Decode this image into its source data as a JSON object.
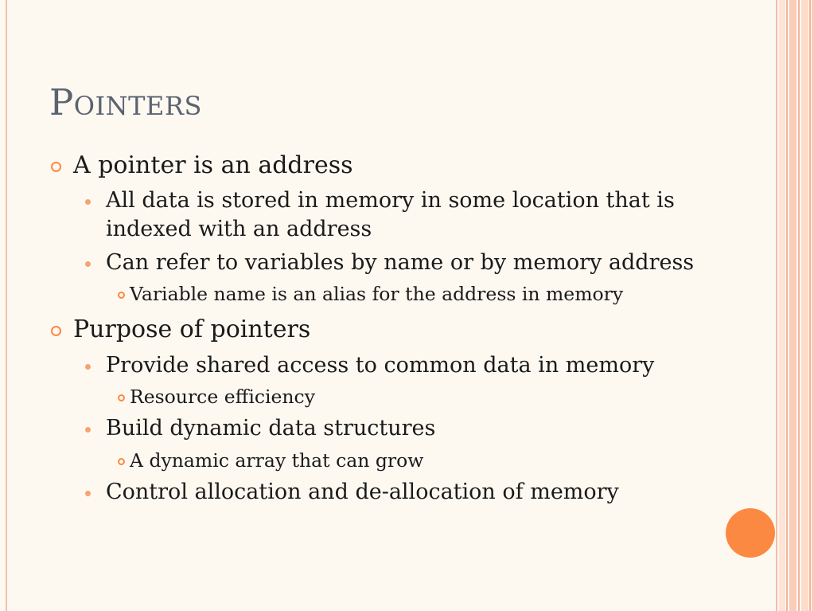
{
  "slide": {
    "title": "Pointers",
    "outline": [
      {
        "text": "A pointer is an address",
        "items": [
          {
            "text": "All data is stored in memory in some location that is indexed with an address"
          },
          {
            "text": "Can refer to variables by name or by memory address",
            "items": [
              {
                "text": "Variable name is an alias for the address in memory"
              }
            ]
          }
        ]
      },
      {
        "text": "Purpose of pointers",
        "items": [
          {
            "text": "Provide shared access to common data in memory",
            "items": [
              {
                "text": "Resource efficiency"
              }
            ]
          },
          {
            "text": "Build dynamic data structures",
            "items": [
              {
                "text": "A dynamic array that can grow"
              }
            ]
          },
          {
            "text": "Control allocation and de-allocation of memory"
          }
        ]
      }
    ]
  },
  "colors": {
    "background": "#FDF9F1",
    "title": "#5B6270",
    "text": "#1A1A1A",
    "accent": "#FC8942",
    "bullet_secondary": "#F6A372",
    "border": "#F5BFAB"
  }
}
